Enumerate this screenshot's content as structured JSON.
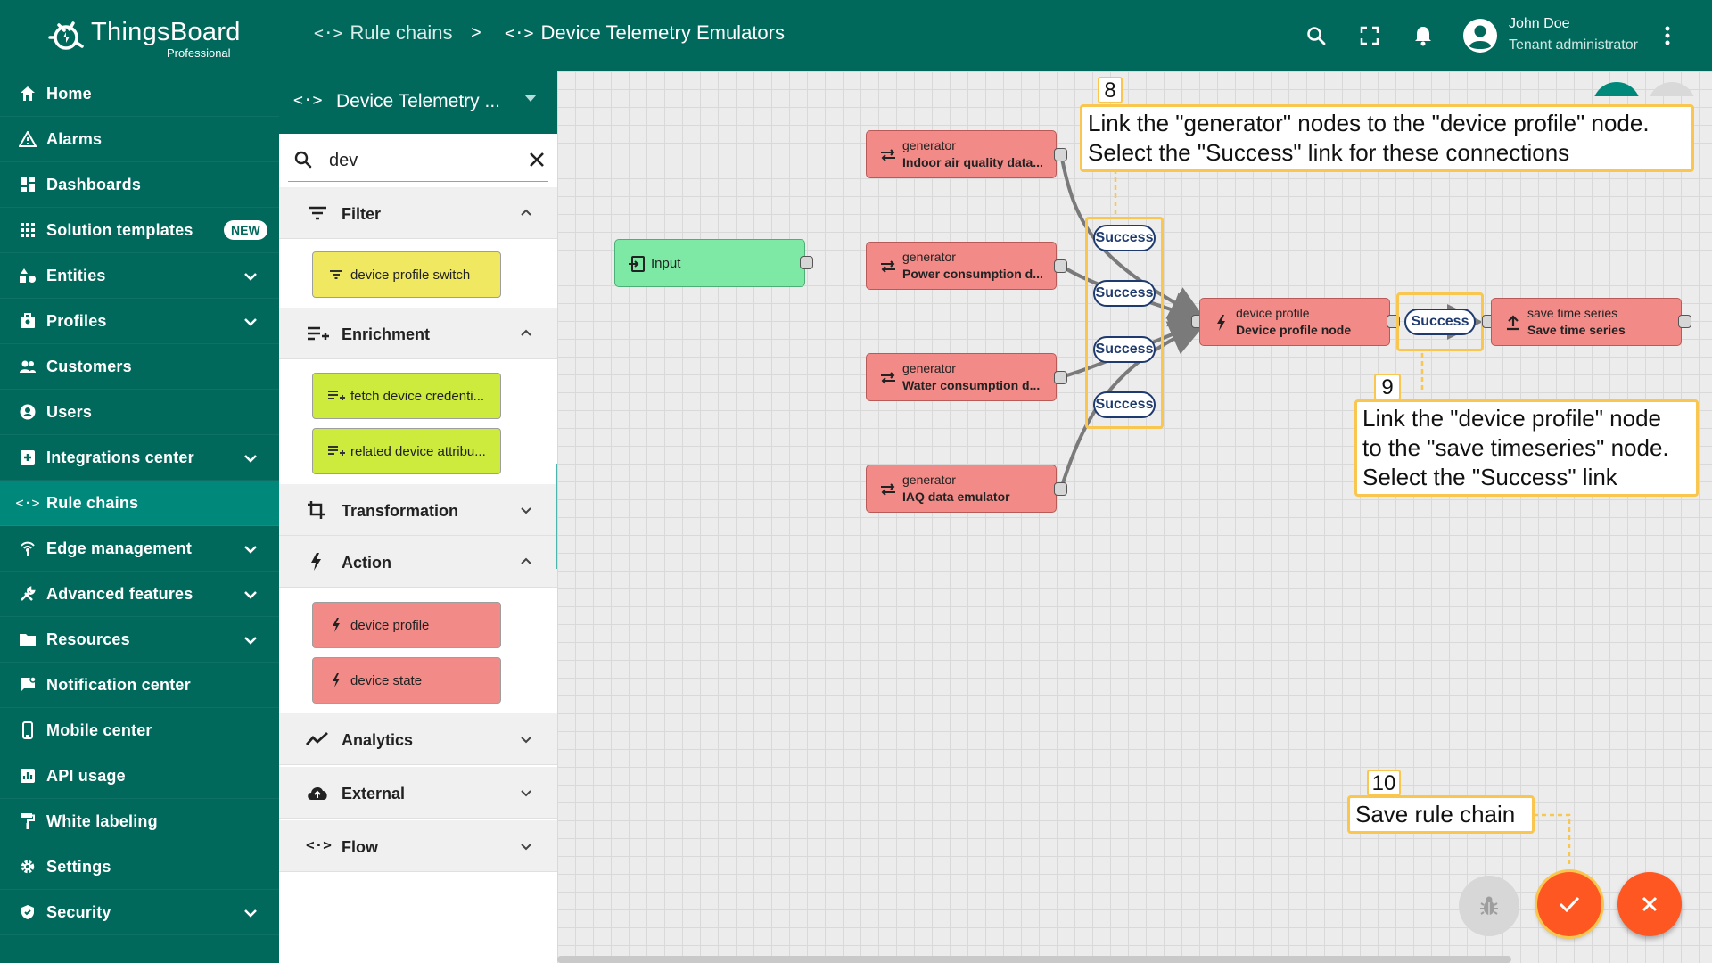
{
  "app": {
    "logo_title": "ThingsBoard",
    "logo_sub": "Professional"
  },
  "breadcrumb": {
    "item1": "Rule chains",
    "separator": ">",
    "item2": "Device Telemetry Emulators"
  },
  "user": {
    "name": "John Doe",
    "role": "Tenant administrator"
  },
  "sidebar": {
    "items": [
      {
        "label": "Home",
        "icon": "home-icon"
      },
      {
        "label": "Alarms",
        "icon": "warning-icon"
      },
      {
        "label": "Dashboards",
        "icon": "dashboard-icon"
      },
      {
        "label": "Solution templates",
        "icon": "apps-icon",
        "badge": "NEW"
      },
      {
        "label": "Entities",
        "icon": "entities-icon"
      },
      {
        "label": "Profiles",
        "icon": "profiles-icon"
      },
      {
        "label": "Customers",
        "icon": "customers-icon"
      },
      {
        "label": "Users",
        "icon": "user-icon"
      },
      {
        "label": "Integrations center",
        "icon": "integrations-icon"
      },
      {
        "label": "Rule chains",
        "icon": "code-icon"
      },
      {
        "label": "Edge management",
        "icon": "edge-icon"
      },
      {
        "label": "Advanced features",
        "icon": "tools-icon"
      },
      {
        "label": "Resources",
        "icon": "folder-icon"
      },
      {
        "label": "Notification center",
        "icon": "notification-icon"
      },
      {
        "label": "Mobile center",
        "icon": "mobile-icon"
      },
      {
        "label": "API usage",
        "icon": "chart-icon"
      },
      {
        "label": "White labeling",
        "icon": "paint-roller-icon"
      },
      {
        "label": "Settings",
        "icon": "gear-icon"
      },
      {
        "label": "Security",
        "icon": "shield-icon"
      }
    ]
  },
  "library": {
    "chain_title": "Device Telemetry ...",
    "search_value": "dev",
    "categories": {
      "filter": "Filter",
      "enrichment": "Enrichment",
      "transformation": "Transformation",
      "action": "Action",
      "analytics": "Analytics",
      "external": "External",
      "flow": "Flow"
    },
    "nodes": {
      "device_profile_switch": "device profile switch",
      "fetch_device_credentials": "fetch device credenti...",
      "related_device_attributes": "related device attribu...",
      "device_profile": "device profile",
      "device_state": "device state"
    }
  },
  "canvas": {
    "input_node": "Input",
    "generators": [
      {
        "type": "generator",
        "name": "Indoor air quality data..."
      },
      {
        "type": "generator",
        "name": "Power consumption d..."
      },
      {
        "type": "generator",
        "name": "Water consumption d..."
      },
      {
        "type": "generator",
        "name": "IAQ data emulator"
      }
    ],
    "device_profile_node": {
      "type": "device profile",
      "name": "Device profile node"
    },
    "save_node": {
      "type": "save time series",
      "name": "Save time series"
    },
    "link_label": "Success"
  },
  "annotations": {
    "step8": {
      "num": "8",
      "line1": "Link the \"generator\" nodes to the \"device profile\" node.",
      "line2": "Select the \"Success\" link for these connections"
    },
    "step9": {
      "num": "9",
      "line1": "Link  the \"device profile\" node",
      "line2": "to the \"save timeseries\" node.",
      "line3": "Select the \"Success\" link"
    },
    "step10": {
      "num": "10",
      "text": "Save rule chain"
    }
  },
  "colors": {
    "primary": "#00695c",
    "active": "#00897b",
    "accent": "#ff5722",
    "highlight": "#f9c74f",
    "link": "#1e3a6e"
  }
}
